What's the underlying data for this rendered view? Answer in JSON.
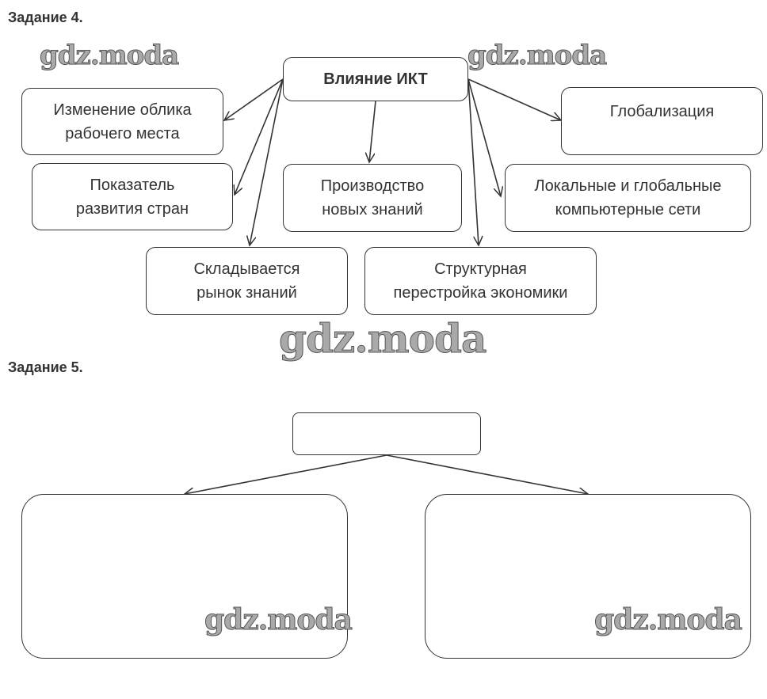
{
  "task4": {
    "title": "Задание 4.",
    "center": "Влияние ИКТ",
    "boxes": [
      "Изменение облика\nрабочего места",
      "Показатель\nразвития стран",
      "Складывается\nрынок знаний",
      "Производство\nновых знаний",
      "Структурная\nперестройка экономики",
      "Локальные и глобальные\nкомпьютерные сети",
      "Глобализация"
    ]
  },
  "task5": {
    "title": "Задание 5.",
    "top": "",
    "left": "",
    "right": ""
  },
  "watermark": "gdz.moda"
}
